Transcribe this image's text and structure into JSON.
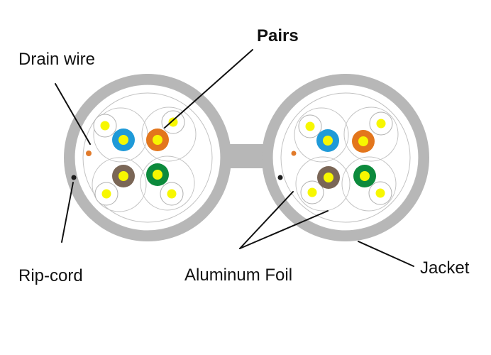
{
  "labels": {
    "pairs": "Pairs",
    "drain_wire": "Drain wire",
    "rip_cord": "Rip-cord",
    "aluminum_foil": "Aluminum Foil",
    "jacket": "Jacket"
  },
  "colors": {
    "jacket": "#b7b7b7",
    "inner_outline": "#b9b9b9",
    "conductor": "#f7f700",
    "blue_insulation": "#1f9ad8",
    "orange_insulation": "#e3761c",
    "brown_insulation": "#7a6656",
    "green_insulation": "#0c8a3c",
    "drain_wire": "#e17a2a",
    "rip_cord": "#1e1e1e",
    "leader_line": "#111111"
  },
  "cables": [
    {
      "pairs": [
        {
          "quadrant": "top-left",
          "insulation": "blue"
        },
        {
          "quadrant": "top-right",
          "insulation": "orange"
        },
        {
          "quadrant": "bottom-left",
          "insulation": "brown"
        },
        {
          "quadrant": "bottom-right",
          "insulation": "green"
        }
      ]
    },
    {
      "pairs": [
        {
          "quadrant": "top-left",
          "insulation": "blue"
        },
        {
          "quadrant": "top-right",
          "insulation": "orange"
        },
        {
          "quadrant": "bottom-left",
          "insulation": "brown"
        },
        {
          "quadrant": "bottom-right",
          "insulation": "green"
        }
      ]
    }
  ]
}
